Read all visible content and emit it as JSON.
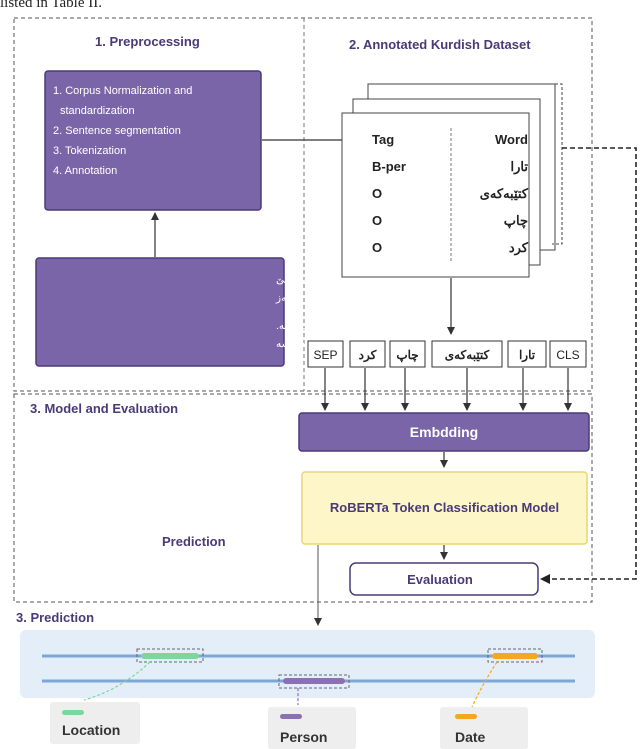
{
  "caption_fragment": "listed in Table II.",
  "sections": {
    "preprocessing": "1. Preprocessing",
    "dataset": "2. Annotated Kurdish Dataset",
    "model": "3. Model and Evaluation",
    "prediction": "3. Prediction"
  },
  "preprocessing_steps": [
    "1. Corpus Normalization and",
    "standardization",
    "2. Sentence segmentation",
    "3. Tokenization",
    "4. Annotation"
  ],
  "kurdish_text": {
    "line1": "کوردستان نیشتمانی هەموومانە. بەبێ",
    "line2": "جیاوازی ئاین و ڕەنگ و ڕەگەز",
    "line3": "شاری کەرکوک جیا لەوەی دڵی کوردستانە.",
    "line4": "دڵی هەموو مرۆڤێکی زیندووشە"
  },
  "dataset_table": {
    "header_tag": "Tag",
    "header_word": "Word",
    "rows": [
      {
        "tag": "B-per",
        "word": "تارا"
      },
      {
        "tag": "O",
        "word": "کتێبەکەی"
      },
      {
        "tag": "O",
        "word": "چاپ"
      },
      {
        "tag": "O",
        "word": "کرد"
      }
    ]
  },
  "tokens": {
    "sep": "SEP",
    "t1": "کرد",
    "t2": "چاپ",
    "t3": "کتێبەکەی",
    "t4": "تارا",
    "cls": "CLS"
  },
  "embedding_label": "Embdding",
  "model_label": "RoBERTa Token Classification Model",
  "prediction_label": "Prediction",
  "evaluation_label": "Evaluation",
  "legend": {
    "location": "Location",
    "person": "Person",
    "date": "Date"
  },
  "colors": {
    "purple": "#7b65a9",
    "purple_dark": "#4a3a78",
    "yellow": "#fdf6c8",
    "yellow_border": "#e8d775",
    "location": "#7fd69c",
    "person": "#8b70b4",
    "date": "#f5a623",
    "track": "#7ea7d8",
    "panel": "#e4eef9"
  }
}
